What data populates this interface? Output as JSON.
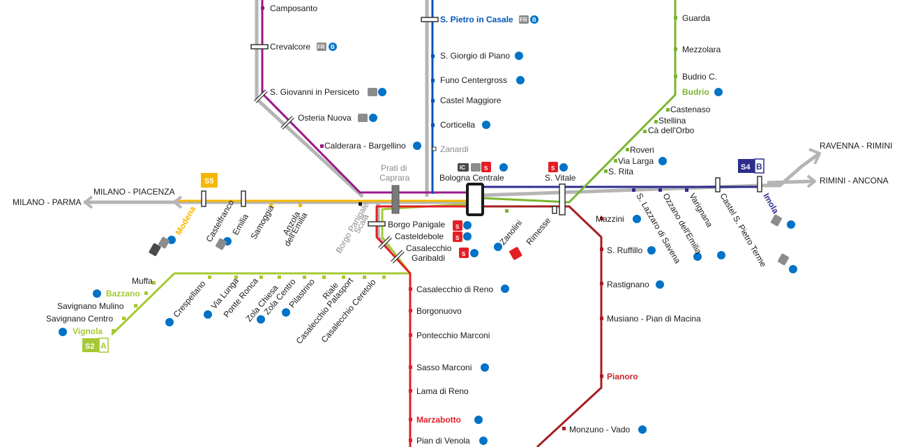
{
  "colors": {
    "s1": "#0055b8",
    "s2": "#a6c935",
    "s3": "#9b1889",
    "s4": "#2e2d8c",
    "s5": "#f5b800",
    "s1b": "#e31e24",
    "s1a": "#a61e22",
    "green": "#7ab52f",
    "grey": "#b5b5b5",
    "bus": "#0073c6",
    "badge_dark": "#4a4a4a",
    "s_red": "#e31e24"
  },
  "labels": {
    "camposanto": "Camposanto",
    "crevalcore": "Crevalcore",
    "s_giovanni": "S. Giovanni in Persiceto",
    "osteria_nuova": "Osteria Nuova",
    "calderara": "Calderara - Bargellino",
    "prati": "Prati di",
    "caprara": "Caprara",
    "s_pietro": "S. Pietro in Casale",
    "s_giorgio": "S. Giorgio di Piano",
    "funo": "Funo Centergross",
    "castel_maggiore": "Castel Maggiore",
    "corticella": "Corticella",
    "zanardi": "Zanardi",
    "bologna_centrale": "Bologna Centrale",
    "s_vitale": "S. Vitale",
    "guarda": "Guarda",
    "mezzolara": "Mezzolara",
    "budrio_c": "Budrio C.",
    "budrio": "Budrio",
    "castenaso": "Castenaso",
    "stellina": "Stellina",
    "ca_dell_orbo": "Cà dell'Orbo",
    "roveri": "Roveri",
    "via_larga": "Via Larga",
    "s_rita": "S. Rita",
    "ravenna_rimini": "RAVENNA - RIMINI",
    "rimini_ancona": "RIMINI - ANCONA",
    "s4_badge": "S4",
    "s4_sub": "B",
    "milano_piacenza": "MILANO - PIACENZA",
    "milano_parma": "MILANO - PARMA",
    "s5_badge": "S5",
    "modena": "Modena",
    "castelfranco": "Castelfranco",
    "emilia": "Emilia",
    "samoggia": "Samoggia",
    "anzola": "Anzola",
    "dell_emilia": "dell'Emilia",
    "borgo_panigale_scala": "Borgo Panigale",
    "scala": "Scala",
    "borgo_panigale": "Borgo Panigale",
    "casteldebole": "Casteldebole",
    "casalecchio_garibaldi": "Casalecchio",
    "garibaldi": "Garibaldi",
    "zanolini": "Zanolini",
    "rimesse": "Rimesse",
    "mazzini": "Mazzini",
    "s_ruffillo": "S. Ruffillo",
    "rastignano": "Rastignano",
    "musiano": "Musiano - Pian di Macina",
    "pianoro": "Pianoro",
    "monzuno": "Monzuno - Vado",
    "s_lazzaro": "S. Lazzaro di Savena",
    "ozzano": "Ozzano dell'Emilia",
    "varignana": "Varignana",
    "castel_s_pietro": "Castel S. Pietro Terme",
    "imola": "Imola",
    "muffa": "Muffa",
    "bazzano": "Bazzano",
    "savignano_mulino": "Savignano Mulino",
    "savignano_centro": "Savignano Centro",
    "vignola": "Vignola",
    "s2_badge": "S2",
    "s2_sub": "A",
    "crespellano": "Crespellano",
    "via_lunga": "Via Lunga",
    "ponte_ronca": "Ponte Ronca",
    "zola_chiesa": "Zola Chiesa",
    "zola_centro": "Zola Centro",
    "pilastrino": "Pilastrino",
    "riale": "Riale",
    "casalecchio_palasport": "Casalecchio Palasport",
    "casalecchio_ceretolo": "Casalecchio Ceretolo",
    "casalecchio_di_reno": "Casalecchio di Reno",
    "borgonuovo": "Borgonuovo",
    "pontecchio": "Pontecchio Marconi",
    "sasso_marconi": "Sasso Marconi",
    "lama_di_reno": "Lama di Reno",
    "marzabotto": "Marzabotto",
    "pian_di_venola": "Pian di Venola",
    "s_mark": "S",
    "bus_mark": "B",
    "ic_mark": "IC",
    "fr_mark": "FR"
  }
}
